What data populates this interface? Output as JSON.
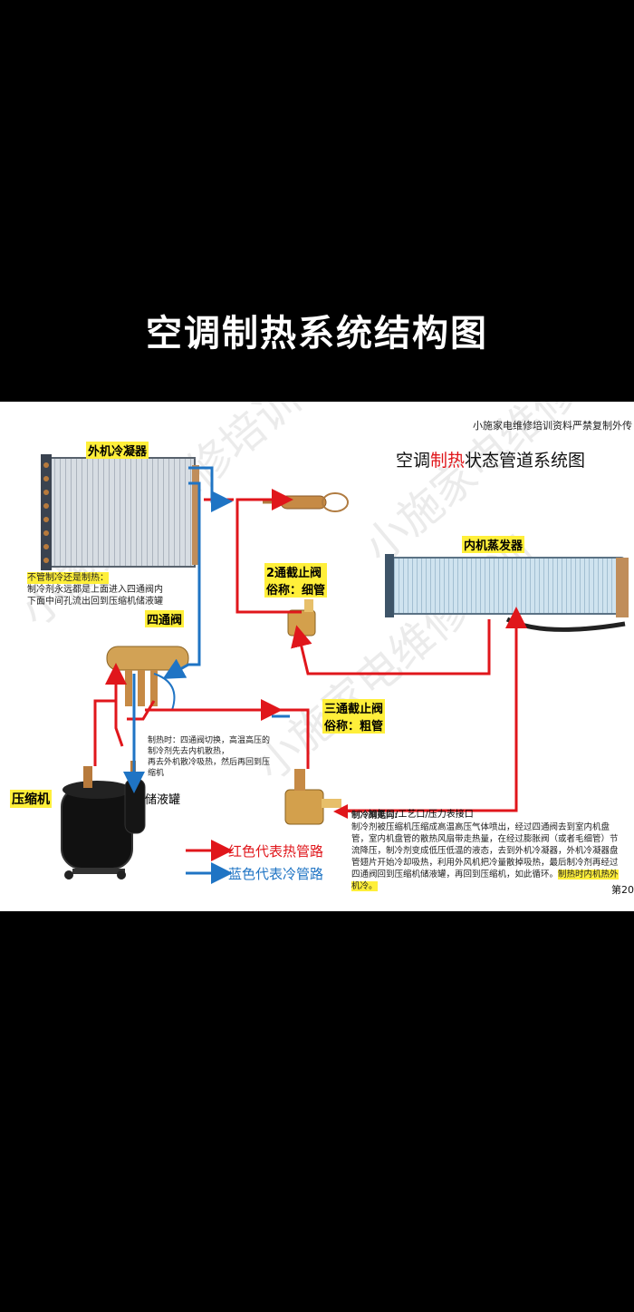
{
  "header": {
    "title": "空调制热系统结构图"
  },
  "diagram": {
    "copyright": "小施家电维修培训资料严禁复制外传",
    "title_pre": "空调",
    "title_mid": "制热",
    "title_post": "状态管道系统图",
    "components": {
      "condenser": "外机冷凝器",
      "evaporator": "内机蒸发器",
      "valve4": "四通阀",
      "compressor": "压缩机",
      "accumulator": "储液罐",
      "valve2_a": "2通截止阀",
      "valve2_b": "俗称：细管",
      "valve3_a": "三通截止阀",
      "valve3_b": "俗称：粗管",
      "charge_port": "加氟口/工艺口/压力表接口"
    },
    "note_left": {
      "title": "不管制冷还是制热：",
      "line1": "制冷剂永远都是上面进入四通阀内",
      "line2": "下面中间孔流出回到压缩机储液罐"
    },
    "note_heating": {
      "line1": "制热时：四通阀切换，高温高压的",
      "line2": "制冷剂先去内机散热，",
      "line3": "再去外机散冷吸热，然后再回到压",
      "line4": "缩机"
    },
    "legend": {
      "red": "红色代表热管路",
      "blue": "蓝色代表冷管路",
      "red_color": "#e0161b",
      "blue_color": "#1f74c4"
    },
    "flow_note": {
      "title": "制冷剂走向:",
      "body": "制冷剂被压缩机压缩成高温高压气体喷出，经过四通阀去到室内机盘管，室内机盘管的散热风扇带走热量，在经过膨胀阀（或者毛细管）节流降压，制冷剂变成低压低温的液态，去到外机冷凝器，外机冷凝器盘管翅片开始冷却吸热，利用外风机把冷量散掉吸热，最后制冷剂再经过四通阀回到压缩机储液罐，再回到压缩机，如此循环。",
      "highlight": "制热时内机热外机冷。"
    },
    "page_label": "第20",
    "watermark": "小施家电维修培训"
  }
}
